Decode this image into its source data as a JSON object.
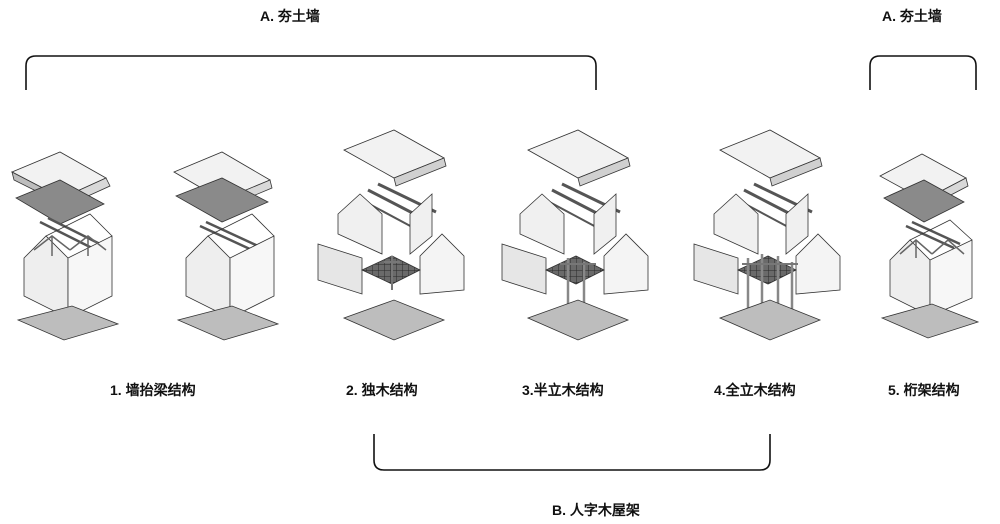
{
  "top_groups": [
    {
      "label": "A. 夯土墙"
    },
    {
      "label": "A. 夯土墙"
    }
  ],
  "bottom_group": {
    "label": "B. 人字木屋架"
  },
  "structures": [
    {
      "caption": "1. 墙抬梁结构"
    },
    {
      "caption": "2. 独木结构"
    },
    {
      "caption": "3.半立木结构"
    },
    {
      "caption": "4.全立木结构"
    },
    {
      "caption": "5. 桁架结构"
    }
  ]
}
